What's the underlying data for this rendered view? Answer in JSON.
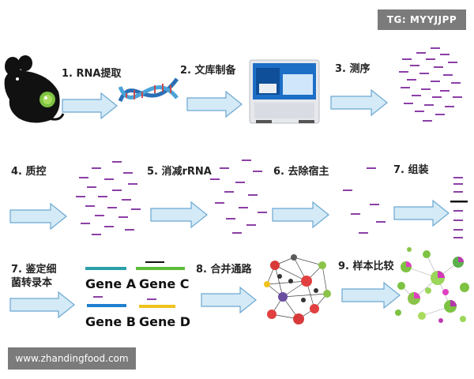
{
  "badges": {
    "top_right": "TG: MYYJJPP",
    "bottom_left": "www.zhandingfood.com"
  },
  "steps": {
    "s1": "1. RNA提取",
    "s2": "2. 文库制备",
    "s3": "3. 测序",
    "s4": "4. 质控",
    "s5": "5. 消减rRNA",
    "s6": "6. 去除宿主",
    "s7": "7. 组装",
    "s8_line1": "7. 鉴定细",
    "s8_line2": "菌转录本",
    "s9": "8. 合并通路",
    "s10": "9. 样本比较"
  },
  "genes": {
    "a": "Gene A",
    "b": "Gene B",
    "c": "Gene C",
    "d": "Gene D"
  },
  "colors": {
    "read": "#8b3fa6",
    "arrow_fill": "#d4eaf6",
    "arrow_stroke": "#6aa8d2",
    "gene_a": "#2aa0a8",
    "gene_b": "#1e7fd0",
    "gene_c": "#5dbb3a",
    "gene_d": "#f0c21e"
  },
  "icons": [
    "mouse-icon",
    "dna-helix-icon",
    "sequencer-machine-icon",
    "pathway-network-icon",
    "sample-comparison-network-icon"
  ]
}
